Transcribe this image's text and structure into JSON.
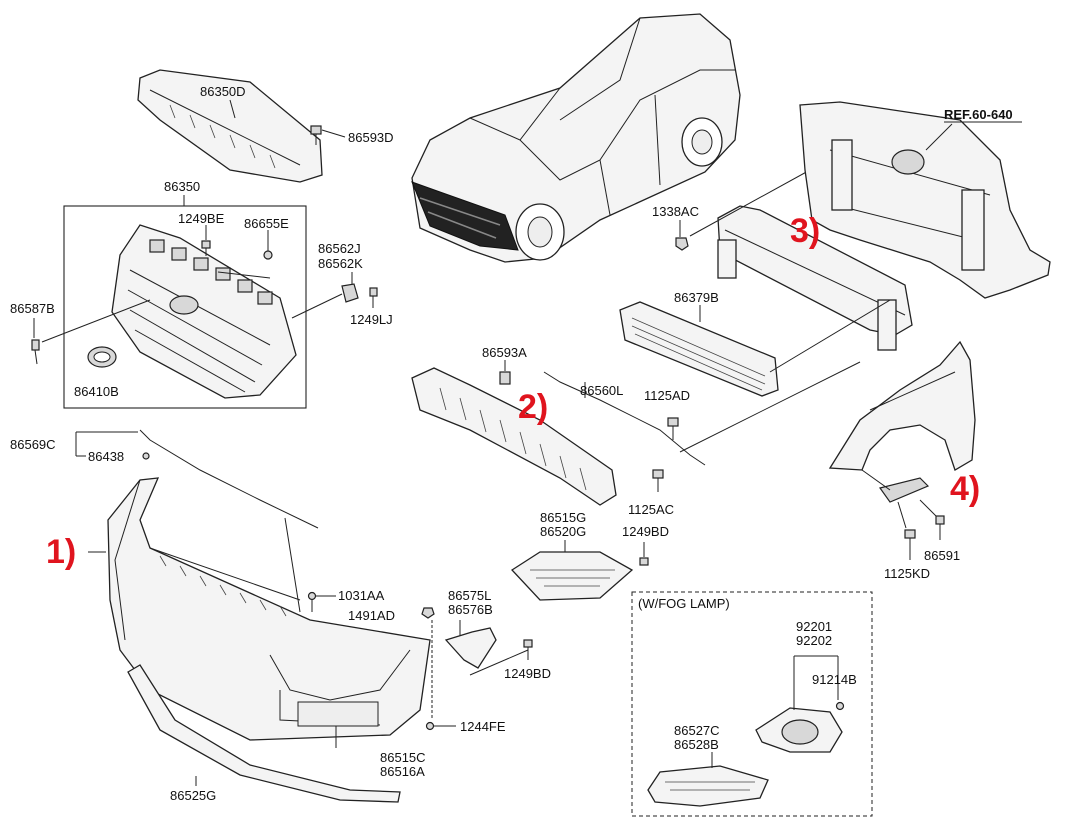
{
  "parts": {
    "p86350D": "86350D",
    "p86593D": "86593D",
    "p86350": "86350",
    "p1249BE": "1249BE",
    "p86655E": "86655E",
    "p86562J": "86562J",
    "p86562K": "86562K",
    "p86587B": "86587B",
    "p1249LJ": "1249LJ",
    "p86410B": "86410B",
    "p86569C": "86569C",
    "p86438": "86438",
    "p1031AA": "1031AA",
    "p1491AD": "1491AD",
    "p86575L": "86575L",
    "p86576B": "86576B",
    "p1249BD_a": "1249BD",
    "p1244FE": "1244FE",
    "p86515C": "86515C",
    "p86516A": "86516A",
    "p86525G": "86525G",
    "p86593A": "86593A",
    "p86560L": "86560L",
    "p1125AD": "1125AD",
    "p1125AC": "1125AC",
    "p86515G": "86515G",
    "p86520G": "86520G",
    "p1249BD_b": "1249BD",
    "p86379B": "86379B",
    "p1338AC": "1338AC",
    "pREF": "REF.60-640",
    "p86591": "86591",
    "p1125KD": "1125KD",
    "p92201": "92201",
    "p92202": "92202",
    "p91214B": "91214B",
    "p86527C": "86527C",
    "p86528B": "86528B"
  },
  "callouts": {
    "c1": "1)",
    "c2": "2)",
    "c3": "3)",
    "c4": "4)"
  },
  "fog_box_title": "(W/FOG LAMP)",
  "colors": {
    "callout_red": "#e0141e",
    "line": "#222222"
  }
}
